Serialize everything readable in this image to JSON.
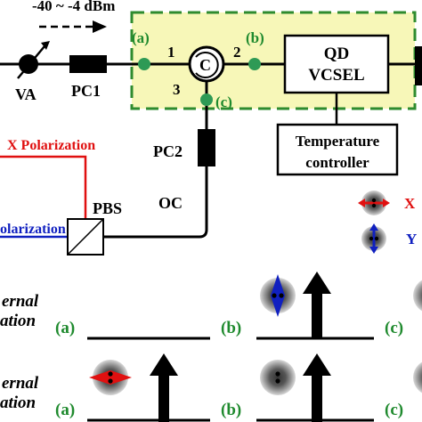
{
  "source_power_label": "-40 ~ -4 dBm",
  "components": {
    "va": "VA",
    "pc1": "PC1",
    "pc2": "PC2",
    "pbs": "PBS",
    "oc": "OC",
    "circulator": "C",
    "qd_vcsel_line1": "QD",
    "qd_vcsel_line2": "VCSEL",
    "temp_ctrl_line1": "Temperature",
    "temp_ctrl_line2": "controller"
  },
  "ports": {
    "p1": "1",
    "p2": "2",
    "p3": "3"
  },
  "points": {
    "a": "(a)",
    "b": "(b)",
    "c": "(c)"
  },
  "polarization": {
    "x_label": "X Polarization",
    "y_label_partial": "olarization",
    "legend_x": "X",
    "legend_y": "Y"
  },
  "panels": {
    "row1_label_line1": "ernal",
    "row1_label_line2": "ation",
    "row2_label_line1": "ernal",
    "row2_label_line2": "ation",
    "a": "(a)",
    "b": "(b)",
    "c": "(c)"
  },
  "colors": {
    "dashed_box_fill": "#f7f7b8",
    "dashed_box_border": "#2e8b2e",
    "point_green": "#2e9a55",
    "x_pol": "#e01010",
    "y_pol": "#1020c0"
  }
}
